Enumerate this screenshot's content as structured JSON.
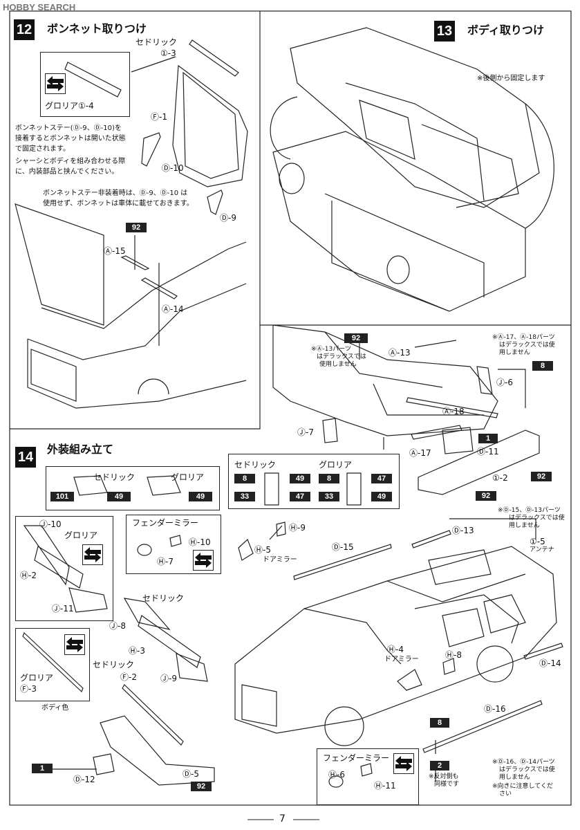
{
  "watermark": "HOBBY SEARCH",
  "page_number": "7",
  "step12": {
    "number": "12",
    "title": "ボンネット取りつけ",
    "part_i3": "①-3",
    "label_cedric": "セドリック",
    "label_gloria_i4": "グロリア①-4",
    "part_f1": "Ⓕ-1",
    "part_d10": "Ⓓ-10",
    "part_d9": "Ⓓ-9",
    "note1_line1": "ボンネットステー(Ⓓ-9、Ⓓ-10)を",
    "note1_line2": "接着するとボンネットは開いた状態",
    "note1_line3": "で固定されます。",
    "note1_line4": "シャーシとボディを組み合わせる際",
    "note1_line5": "に、内装部品と挟んでください。",
    "note2_line1": "ボンネットステー非装着時は、Ⓓ-9、Ⓓ-10 は",
    "note2_line2": "使用せず、ボンネットは車体に載せておきます。",
    "paint_92": "92",
    "part_a15": "Ⓐ-15",
    "part_a14": "Ⓐ-14"
  },
  "step13": {
    "number": "13",
    "title": "ボディ取りつけ",
    "note": "※後側から固定します",
    "paint_92": "92",
    "note_a13_line1": "※Ⓐ-13パーツ",
    "note_a13_line2": "はデラックスでは",
    "note_a13_line3": "使用しません",
    "part_a13": "Ⓐ-13",
    "note_a17_line1": "※Ⓐ-17、Ⓐ-18パーツ",
    "note_a17_line2": "はデラックスでは使",
    "note_a17_line3": "用しません",
    "paint_8": "8",
    "part_j6": "Ⓙ-6",
    "part_a18": "Ⓐ-18",
    "part_j7": "Ⓙ-7",
    "paint_1": "1",
    "part_a17": "Ⓐ-17",
    "part_d11": "Ⓓ-11",
    "part_i2": "①-2",
    "paint_92b": "92",
    "paint_92c": "92"
  },
  "step14": {
    "number": "14",
    "title": "外装組み立て",
    "taillight_box": {
      "cedric": "セドリック",
      "gloria": "グロリア",
      "cedric_paints": [
        "101",
        "49"
      ],
      "gloria_paint": "49"
    },
    "lamp_box": {
      "cedric": "セドリック",
      "gloria": "グロリア",
      "cedric_paints": [
        "8",
        "49",
        "33",
        "47"
      ],
      "gloria_paints": [
        "8",
        "47",
        "33",
        "49"
      ]
    },
    "grille_box": {
      "part_j10": "Ⓙ-10",
      "gloria": "グロリア",
      "part_h2": "Ⓗ-2",
      "part_j11": "Ⓙ-11"
    },
    "fender_mirror_box": {
      "title": "フェンダーミラー",
      "part_h10": "Ⓗ-10",
      "part_h7": "Ⓗ-7"
    },
    "part_h5": "Ⓗ-5",
    "door_mirror": "ドアミラー",
    "part_h9": "Ⓗ-9",
    "part_d15": "Ⓓ-15",
    "part_d13": "Ⓓ-13",
    "note_d15_line1": "※Ⓓ-15、Ⓓ-13パーツ",
    "note_d15_line2": "はデラックスでは使",
    "note_d15_line3": "用しません",
    "part_i5": "①-5",
    "antenna": "アンテナ",
    "cedric_label": "セドリック",
    "part_j8": "Ⓙ-8",
    "part_h3": "Ⓗ-3",
    "part_j9": "Ⓙ-9",
    "gloria_f3_box": {
      "gloria": "グロリア",
      "part_f3": "Ⓕ-3"
    },
    "cedric_f2": "セドリック",
    "part_f2": "Ⓕ-2",
    "body_color": "ボディ色",
    "part_h4": "Ⓗ-4",
    "door_mirror2": "ドアミラー",
    "part_h8": "Ⓗ-8",
    "part_d14": "Ⓓ-14",
    "part_d16": "Ⓓ-16",
    "paint_8": "8",
    "paint_2": "2",
    "note_reverse_line1": "※反対側も",
    "note_reverse_line2": "同様です",
    "paint_1": "1",
    "part_d12": "Ⓓ-12",
    "part_d5": "Ⓓ-5",
    "paint_92": "92",
    "fender_mirror2_box": {
      "title": "フェンダーミラー",
      "part_h6": "Ⓗ-6",
      "part_h11": "Ⓗ-11"
    },
    "note_d16_line1": "※Ⓓ-16、Ⓓ-14パーツ",
    "note_d16_line2": "はデラックスでは使",
    "note_d16_line3": "用しません",
    "note_d16_line4": "※向きに注意してくだ",
    "note_d16_line5": "さい"
  }
}
